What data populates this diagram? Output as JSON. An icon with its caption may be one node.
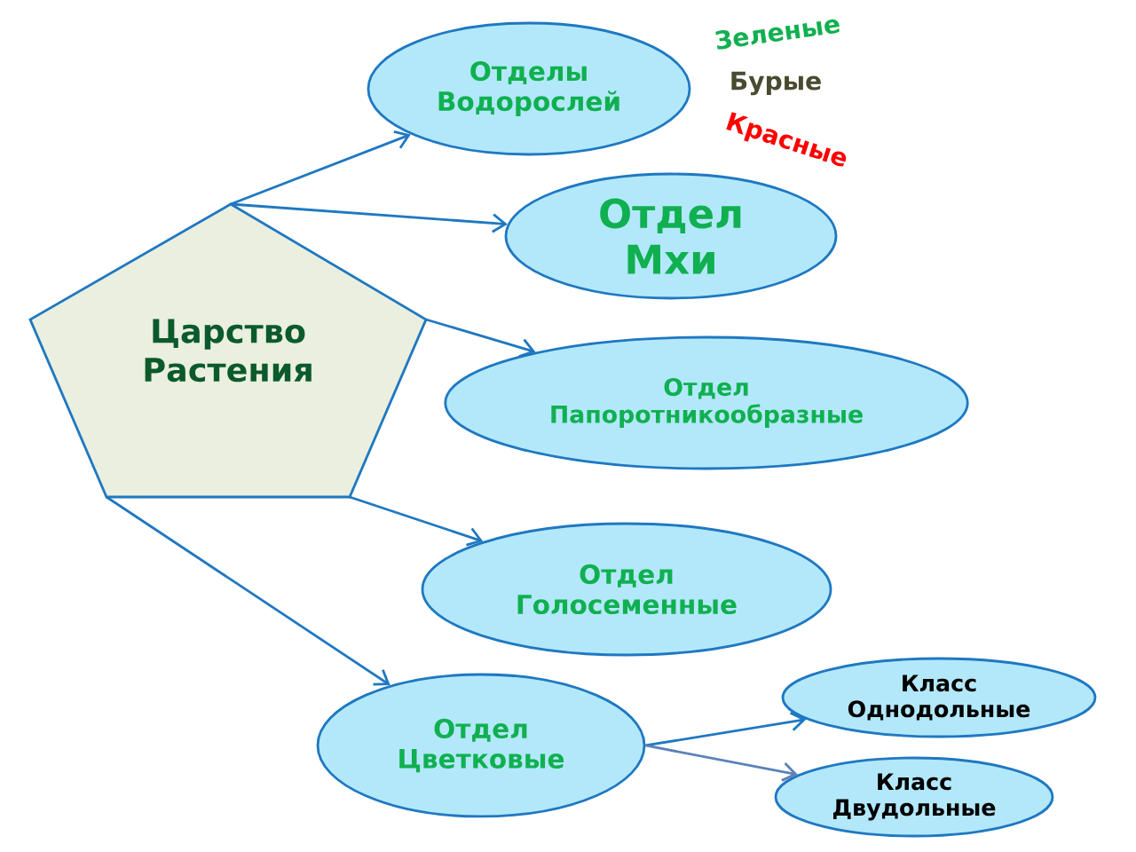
{
  "diagram": {
    "nodes": [
      {
        "text": [
          "Царство Растения"
        ]
      },
      {
        "text": [
          "Отделы Водорослей"
        ]
      },
      {
        "text": [
          "Отдел Мхи"
        ]
      },
      {
        "text": [
          "Отдел Папоротникообразные"
        ]
      },
      {
        "text": [
          "Отдел Голосеменные"
        ]
      },
      {
        "text": [
          "Отдел Цветковые"
        ]
      },
      {
        "text": [
          "Класс Однодольные"
        ]
      },
      {
        "text": [
          "Класс Двудольные"
        ]
      }
    ],
    "edges": [
      {
        "from": 0,
        "to": 1,
        "arrow": "to"
      },
      {
        "from": 0,
        "to": 2,
        "arrow": "to"
      },
      {
        "from": 0,
        "to": 3,
        "arrow": "to"
      },
      {
        "from": 0,
        "to": 4,
        "arrow": "to"
      },
      {
        "from": 0,
        "to": 5,
        "arrow": "to"
      },
      {
        "from": 5,
        "to": 6,
        "arrow": "to"
      },
      {
        "from": 5,
        "to": 7,
        "arrow": "to",
        "color": "#5b82b8"
      }
    ],
    "labels": [
      "Зеленые",
      "Бурые",
      "Красные"
    ]
  }
}
